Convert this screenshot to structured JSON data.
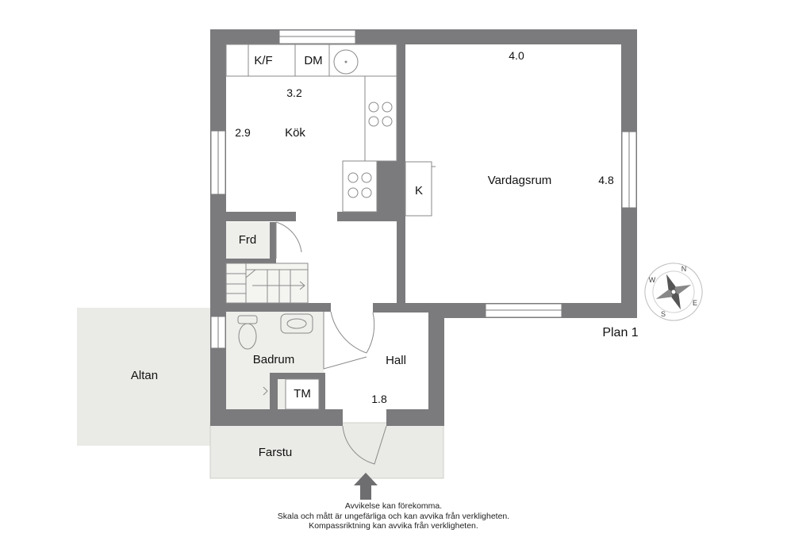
{
  "plan": {
    "floor_label": "Plan 1",
    "rooms": {
      "kok": "Kök",
      "vardagsrum": "Vardagsrum",
      "frd": "Frd",
      "badrum": "Badrum",
      "hall": "Hall",
      "tm": "TM",
      "altan": "Altan",
      "farstu": "Farstu"
    },
    "fixtures": {
      "kf": "K/F",
      "dm": "DM",
      "k": "K"
    },
    "dimensions": {
      "kok_width": "3.2",
      "kok_depth": "2.9",
      "vardagsrum_width": "4.0",
      "vardagsrum_depth": "4.8",
      "hall_size": "1.8"
    },
    "compass_letters": [
      "N",
      "E",
      "S",
      "W"
    ],
    "colors": {
      "wall": "#7b7b7e",
      "terrace": "#eaeae6",
      "floor": "#ffffff",
      "arrow": "#6e6e70"
    }
  },
  "disclaimer": {
    "line1": "Avvikelse kan förekomma.",
    "line2": "Skala och mått är ungefärliga och kan avvika från verkligheten.",
    "line3": "Kompassriktning kan avvika från verkligheten."
  }
}
